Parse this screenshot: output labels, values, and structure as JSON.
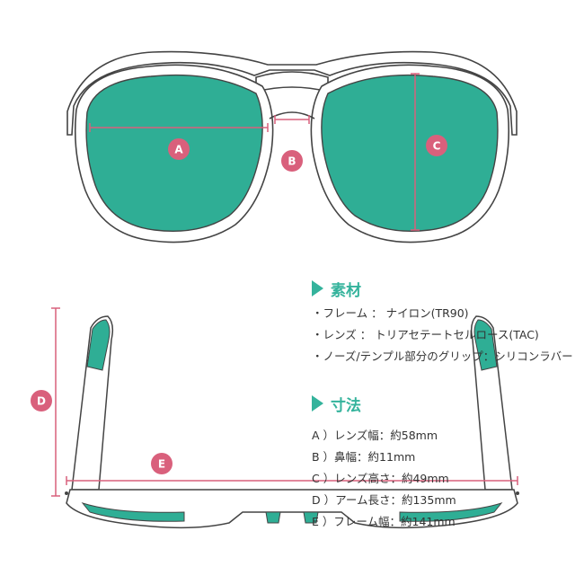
{
  "colors": {
    "lens": "#2fae95",
    "measure": "#d9607c",
    "frame_line": "#444444",
    "accent": "#34b39c"
  },
  "labels": {
    "a": "A",
    "b": "B",
    "c": "C",
    "d": "D",
    "e": "E"
  },
  "material": {
    "title": "素材",
    "items": [
      "・フレーム ： ナイロン(TR90)",
      "・レンズ ： トリアセテートセルロース(TAC)",
      "・ノーズ/テンプル部分のグリップ：シリコンラバー"
    ]
  },
  "dimensions": {
    "title": "寸法",
    "items": [
      "A ）レンズ幅：約58mm",
      "B ）鼻幅：約11mm",
      "C ）レンズ高さ：約49mm",
      "D ）アーム長さ：約135mm",
      "E ）フレーム幅：約141mm"
    ]
  }
}
